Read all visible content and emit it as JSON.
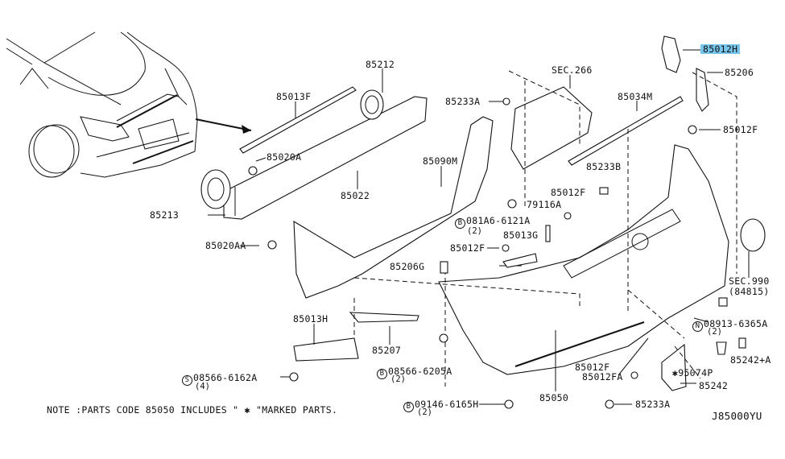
{
  "diagram": {
    "ref_code": "J85000YU",
    "note": "NOTE :PARTS CODE 85050 INCLUDES \" ✱ \"MARKED PARTS.",
    "highlight_color": "#78c5ec",
    "labels": {
      "p85012H": "85012H",
      "p85206": "85206",
      "sec266": "SEC.266",
      "p85212": "85212",
      "p85013F": "85013F",
      "p85233A_top": "85233A",
      "p85034M": "85034M",
      "p85012F_right": "85012F",
      "p85020A": "85020A",
      "p85090M": "85090M",
      "p85233B": "85233B",
      "p85022": "85022",
      "p85012F_mid": "85012F",
      "p79116A": "79116A",
      "p85213": "85213",
      "b081A6": "081A6-6121A",
      "b081A6_qty": "(2)",
      "p85013G": "85013G",
      "p85012F_left": "85012F",
      "p85020AA": "85020AA",
      "p85206G": "85206G",
      "sec990": "SEC.990",
      "sec990_sub": "(84815)",
      "n08913": "08913-6365A",
      "n08913_qty": "(2)",
      "p85013H": "85013H",
      "p85207": "85207",
      "p85242A": "85242+A",
      "b08566_6205": "08566-6205A",
      "b08566_6205_qty": "(2)",
      "p85012F_bottom": "85012F",
      "p95074P": "✱95074P",
      "s08566_6162": "08566-6162A",
      "s08566_6162_qty": "(4)",
      "p85012FA": "85012FA",
      "p85242": "85242",
      "p85050": "85050",
      "b09146": "09146-6165H",
      "b09146_qty": "(2)",
      "p85233A_bottom": "85233A"
    },
    "symbols": {
      "bolt_B": "B",
      "nut_N": "N",
      "screw_S": "S"
    }
  }
}
